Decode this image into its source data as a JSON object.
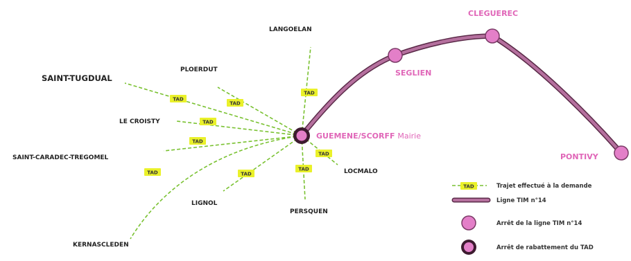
{
  "colors": {
    "tad_line": "#79c130",
    "tad_badge": "#eaf12a",
    "tim_line_fill": "#b5709e",
    "tim_line_edge": "#5a2a48",
    "tim_stop": "#e37fc8",
    "tim_label": "#e066b8",
    "commune_label": "#222222"
  },
  "tad_badge_label": "TAD",
  "hub": {
    "name": "GUEMENE/SCORFF",
    "suffix": "Mairie"
  },
  "tim_stops": [
    "SEGLIEN",
    "CLEGUEREC",
    "PONTIVY"
  ],
  "communes": [
    "LANGOELAN",
    "PLOERDUT",
    "SAINT-TUGDUAL",
    "LE CROISTY",
    "SAINT-CARADEC-TREGOMEL",
    "KERNASCLEDEN",
    "LIGNOL",
    "PERSQUEN",
    "LOCMALO"
  ],
  "legend": {
    "tad_label": "TAD",
    "tad": "Trajet effectué à la demande",
    "tim_line": "Ligne TIM n°14",
    "tim_stop": "Arrêt de la ligne TIM n°14",
    "tad_stop": "Arrêt de rabattement du TAD"
  }
}
